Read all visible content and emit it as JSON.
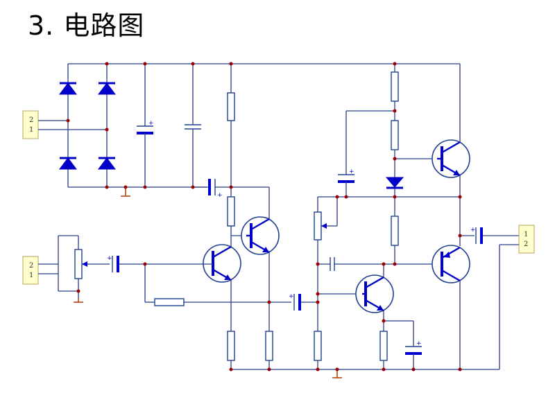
{
  "title": "3. 电路图",
  "connectors": [
    {
      "pins": [
        "2",
        "1"
      ]
    },
    {
      "pins": [
        "2",
        "1"
      ]
    },
    {
      "pins": [
        "1",
        "2"
      ]
    }
  ],
  "polarity_mark": "+",
  "colors": {
    "wire": "#1f3f8f",
    "component": "#0000c8",
    "junction": "#9a0000",
    "connector_fill": "#ffffcc",
    "ground": "#b03a00"
  }
}
